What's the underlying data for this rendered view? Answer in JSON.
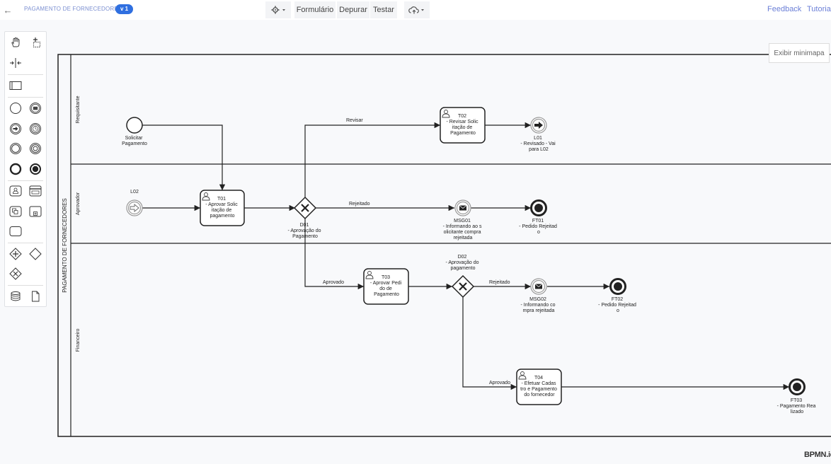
{
  "header": {
    "process_title": "PAGAMENTO DE FORNECEDORES",
    "version": "v 1",
    "menu_form": "Formulário",
    "menu_debug": "Depurar",
    "menu_test": "Testar",
    "link_feedback": "Feedback",
    "link_tutorial": "Tutorial"
  },
  "minimap_button": "Exibir minimapa",
  "watermark": "BPMN.io",
  "pool": {
    "name": "PAGAMENTO DE FORNECEDORES",
    "lanes": [
      "Requisitante",
      "Aprovador",
      "Financeiro"
    ]
  },
  "events": {
    "start": [
      "Solicitar",
      "Pagamento"
    ],
    "l01": [
      "L01",
      "- Revisado - Vai",
      "para L02"
    ],
    "l02": [
      "L02"
    ],
    "msg01": [
      "MSG01",
      "- Informando  ao s",
      "olicitante compra",
      "rejeitada"
    ],
    "ft01": [
      "FT01",
      "- Pedido Rejeitad",
      "o"
    ],
    "msg02": [
      "MSG02",
      "- Informando co",
      "mpra rejeitada"
    ],
    "ft02": [
      "FT02",
      "- Pedido Rejeitad",
      "o"
    ],
    "ft03": [
      "FT03",
      "- Pagamento Rea",
      "lizado"
    ]
  },
  "tasks": {
    "t01": [
      "T01",
      "- Aprovar Solic",
      "itação de",
      "pagamento"
    ],
    "t02": [
      "T02",
      "- Revisar Solic",
      "itação de",
      "Pagamento"
    ],
    "t03": [
      "T03",
      "- Aprovar Pedi",
      "do de",
      "Pagamento"
    ],
    "t04": [
      "T04",
      "- Efetuar Cadas",
      "tro e Pagamento",
      "do fornecedor"
    ]
  },
  "gateways": {
    "d01": [
      "D01",
      "- Aprovação do",
      "Pagamento"
    ],
    "d02": [
      "D02",
      "- Aprovação do",
      "pagamento"
    ]
  },
  "flows": {
    "revisar": "Revisar",
    "rejeitado1": "Rejeitado",
    "aprovado1": "Aprovado",
    "rejeitado2": "Rejeitado",
    "aprovado2": "Aprovado"
  }
}
